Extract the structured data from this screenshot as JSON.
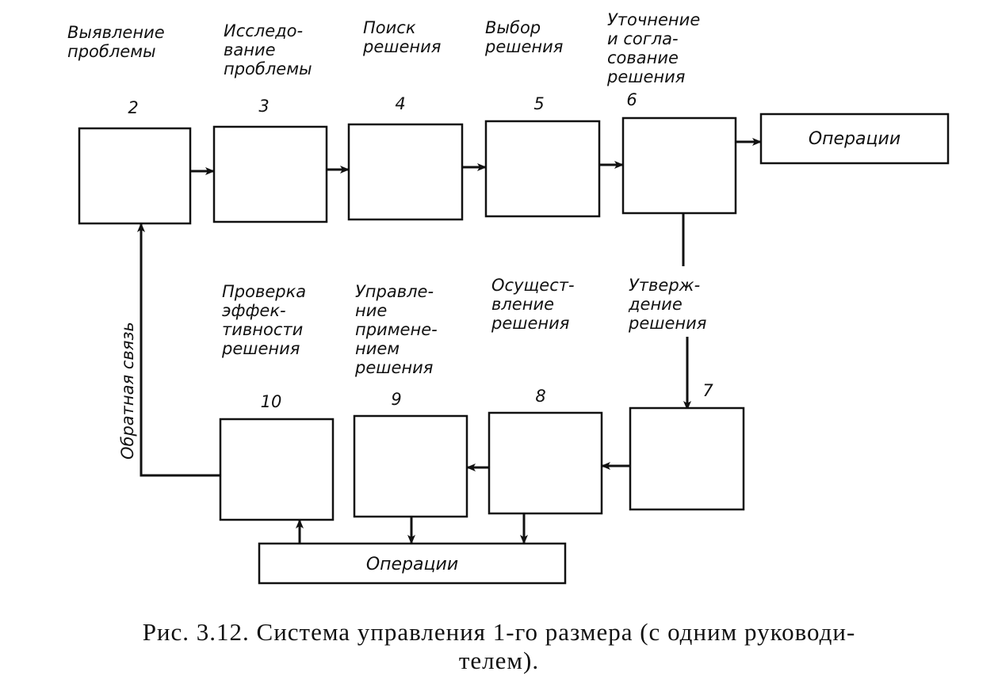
{
  "diagram": {
    "top_row": [
      {
        "id": "2",
        "label": [
          "Выявление",
          "проблемы"
        ]
      },
      {
        "id": "3",
        "label": [
          "Исследо-",
          "вание",
          "проблемы"
        ]
      },
      {
        "id": "4",
        "label": [
          "Поиск",
          "решения"
        ]
      },
      {
        "id": "5",
        "label": [
          "Выбор",
          "решения"
        ]
      },
      {
        "id": "6",
        "label": [
          "Уточнение",
          "и согла-",
          "сование",
          "решения"
        ]
      }
    ],
    "bottom_row": [
      {
        "id": "10",
        "label": [
          "Проверка",
          "эффек-",
          "тивности",
          "решения"
        ]
      },
      {
        "id": "9",
        "label": [
          "Управле-",
          "ние",
          "примене-",
          "нием",
          "решения"
        ]
      },
      {
        "id": "8",
        "label": [
          "Осущест-",
          "вление",
          "решения"
        ]
      },
      {
        "id": "7",
        "label": [
          "Утверж-",
          "дение",
          "решения"
        ]
      }
    ],
    "operations_top": "Операции",
    "operations_bottom": "Операции",
    "feedback_label": "Обратная связь"
  },
  "caption": {
    "line1": "Рис. 3.12. Система управления 1-го размера (с одним руководи-",
    "line2": "телем)."
  }
}
